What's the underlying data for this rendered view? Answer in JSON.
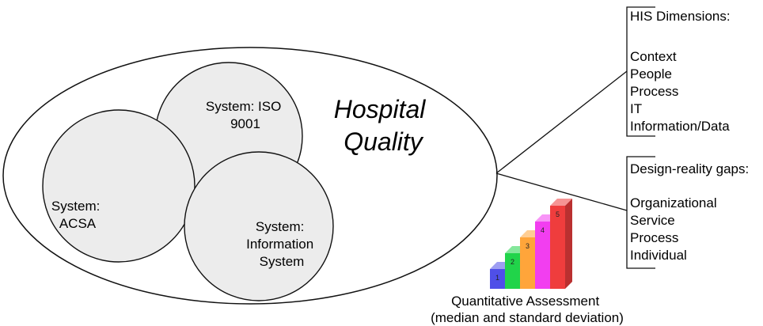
{
  "main_label": [
    "Hospital",
    "Quality"
  ],
  "systems": [
    {
      "id": "iso",
      "lines": [
        "System: ISO",
        "9001"
      ]
    },
    {
      "id": "acsa",
      "lines": [
        "System:",
        "ACSA"
      ]
    },
    {
      "id": "info",
      "lines": [
        "System:",
        "Information",
        "System"
      ]
    }
  ],
  "his_dimensions": {
    "title": "HIS Dimensions:",
    "items": [
      "Context",
      "People",
      "Process",
      "IT",
      "Information/Data"
    ]
  },
  "design_reality_gaps": {
    "title": "Design-reality gaps:",
    "items": [
      "Organizational",
      "Service",
      "Process",
      "Individual"
    ]
  },
  "assessment": {
    "caption": [
      "Quantitative Assessment",
      "(median and standard deviation)"
    ],
    "bars": [
      {
        "label": "1",
        "level": 1,
        "color": "#4f4fe8"
      },
      {
        "label": "2",
        "level": 2,
        "color": "#21d44a"
      },
      {
        "label": "3",
        "level": 3,
        "color": "#ffa53a"
      },
      {
        "label": "4",
        "level": 4,
        "color": "#f23ef0"
      },
      {
        "label": "5",
        "level": 5,
        "color": "#ef3d3d"
      }
    ]
  }
}
